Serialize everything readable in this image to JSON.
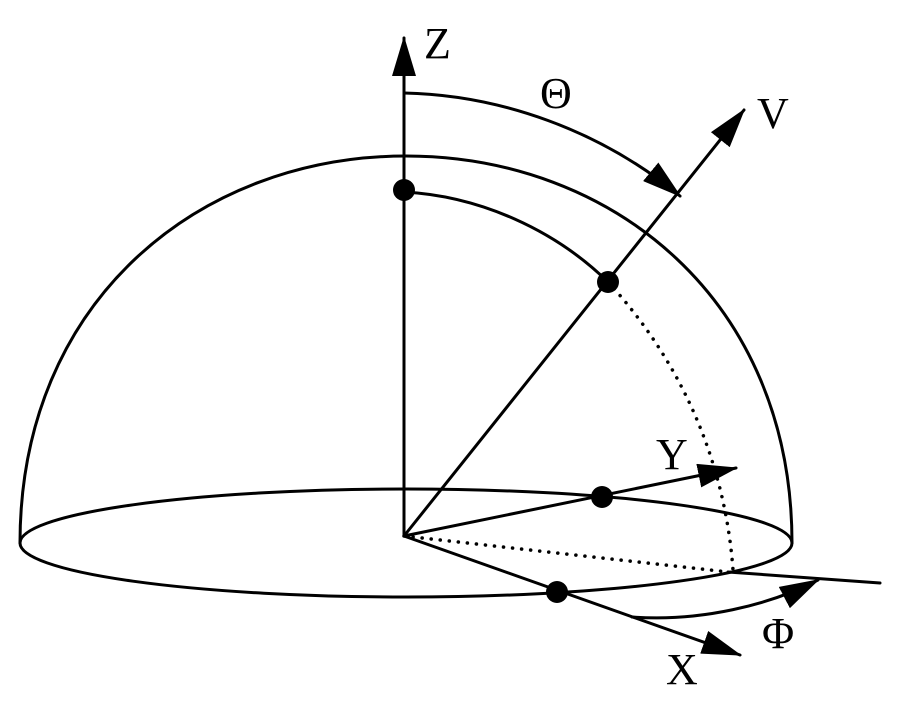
{
  "diagram": {
    "title": "Spherical coordinate hemisphere with view vector",
    "colors": {
      "stroke": "#000000",
      "background": "#ffffff"
    },
    "labels": {
      "z_axis": "Z",
      "y_axis": "Y",
      "x_axis": "X",
      "view_vector": "V",
      "theta": "Θ",
      "phi": "Φ"
    },
    "elements": [
      "hemisphere-outline",
      "equator-ellipse",
      "z-axis-arrow",
      "y-axis-arrow",
      "x-axis-arrow",
      "view-vector-arrow",
      "theta-angle-arc",
      "phi-angle-arc",
      "meridian-arc-dotted",
      "projection-line-dotted",
      "points"
    ]
  }
}
